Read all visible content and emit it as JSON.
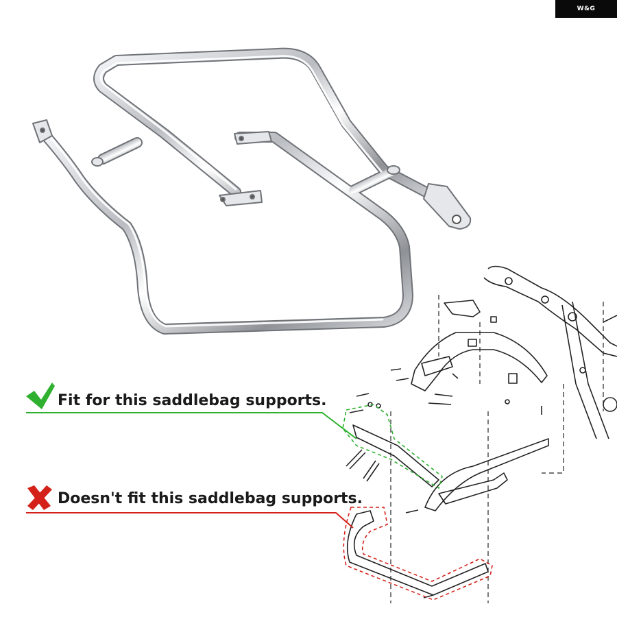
{
  "brand": {
    "text": "W&G"
  },
  "labels": {
    "fit": "Fit for this saddlebag supports.",
    "nofit": "Doesn't fit this saddlebag supports."
  },
  "colors": {
    "fit": "#2fb12f",
    "nofit": "#d4221a",
    "chrome_dark": "#6b6e73",
    "chrome_light": "#f4f5f7"
  },
  "icons": {
    "fit": "check-mark-icon",
    "nofit": "x-mark-icon"
  }
}
